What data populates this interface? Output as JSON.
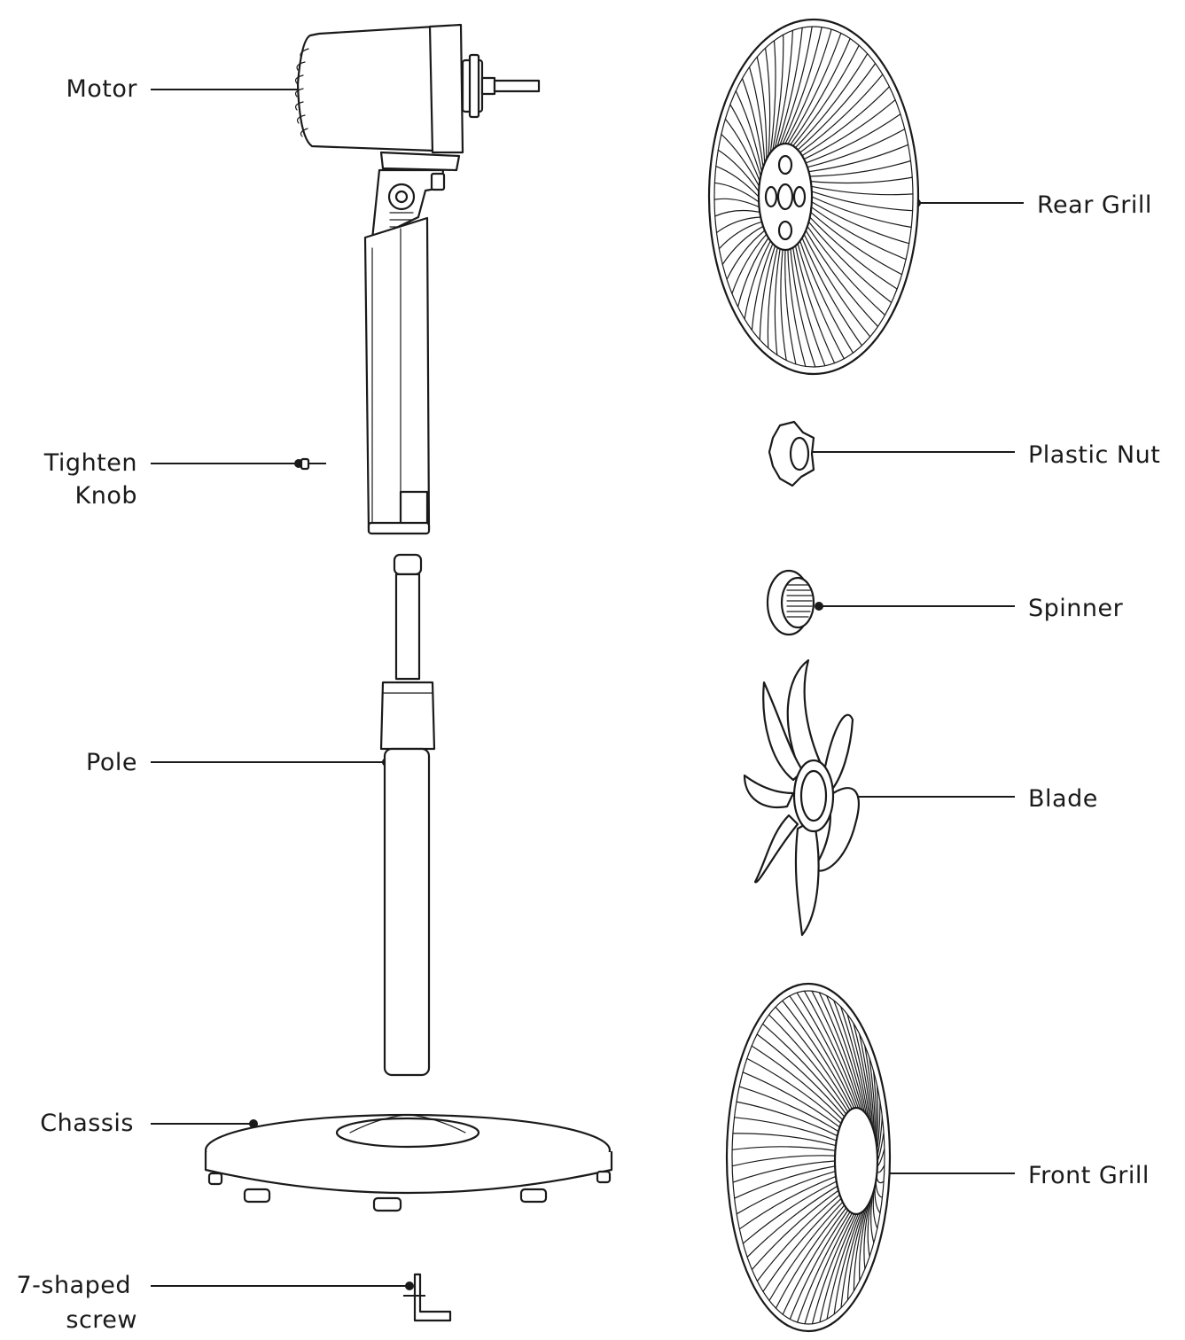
{
  "labels": {
    "motor": "Motor",
    "tighten_knob_line1": "Tighten",
    "tighten_knob_line2": "Knob",
    "pole": "Pole",
    "chassis": "Chassis",
    "screw_line1": "7-shaped",
    "screw_line2": "screw",
    "rear_grill": "Rear Grill",
    "plastic_nut": "Plastic Nut",
    "spinner": "Spinner",
    "blade": "Blade",
    "front_grill": "Front Grill"
  },
  "colors": {
    "ink": "#1a1a1a",
    "background": "#ffffff"
  }
}
